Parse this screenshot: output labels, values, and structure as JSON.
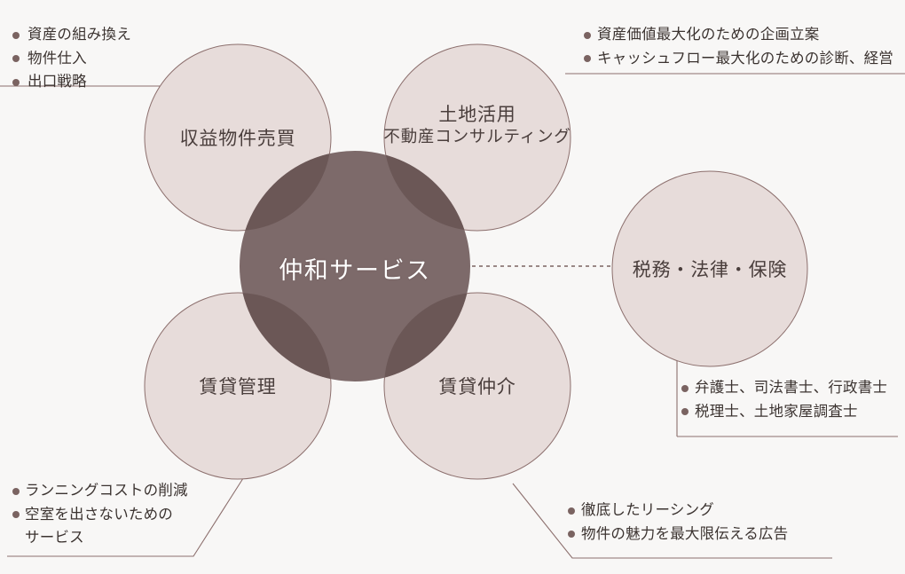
{
  "palette": {
    "background": "#f8f7f6",
    "petal_fill": "#e7dcda",
    "petal_stroke": "#8c6f6d",
    "center_fill": "#7d6a6a",
    "center_overlap": "#6b5756",
    "line": "#8c6f6d",
    "bullet": "#7a6361",
    "text": "#3b3330",
    "label_text": "#4a3e3c",
    "center_text": "#ffffff"
  },
  "center": {
    "label": "仲和サービス"
  },
  "petals": [
    {
      "id": "top-left",
      "label_line1": "収益物件売買",
      "label_line2": ""
    },
    {
      "id": "top-right",
      "label_line1": "土地活用",
      "label_line2": "不動産コンサルティング"
    },
    {
      "id": "right",
      "label_line1": "税務・法律・保険",
      "label_line2": ""
    },
    {
      "id": "bottom-left",
      "label_line1": "賃貸管理",
      "label_line2": ""
    },
    {
      "id": "bottom-right",
      "label_line1": "賃貸仲介",
      "label_line2": ""
    }
  ],
  "annotations": {
    "top_left": {
      "items": [
        "資産の組み換え",
        "物件仕入",
        "出口戦略"
      ]
    },
    "top_right": {
      "items": [
        "資産価値最大化のための企画立案",
        "キャッシュフロー最大化のための診断、経営"
      ]
    },
    "right": {
      "items": [
        "弁護士、司法書士、行政書士",
        "税理士、土地家屋調査士"
      ]
    },
    "bottom_left": {
      "items": [
        "ランニングコストの削減",
        "空室を出さないための"
      ],
      "continuation": "サービス"
    },
    "bottom_right": {
      "items": [
        "徹底したリーシング",
        "物件の魅力を最大限伝える広告"
      ]
    }
  }
}
